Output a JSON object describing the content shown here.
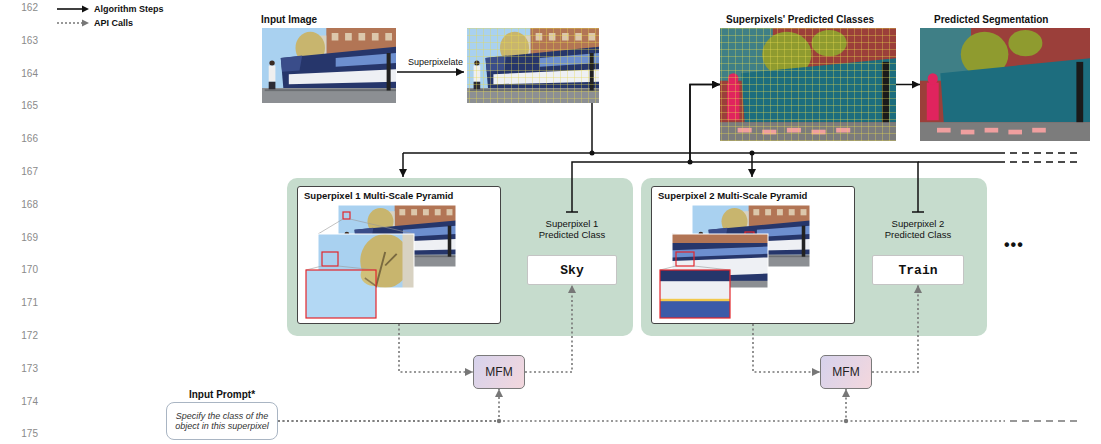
{
  "diagram": {
    "nodes": [
      {
        "text": [
          "Input Image"
        ]
      },
      {
        "text": [
          "Superpixels' Predicted Classes"
        ]
      },
      {
        "text": [
          "Predicted Segmentation"
        ]
      },
      {
        "text": [
          "Superpixel 1 Predicted Class"
        ]
      },
      {
        "text": [
          "Superpixel 1 Multi-Scale Pyramid"
        ],
        "in": 3
      },
      {
        "text": [
          "Sky"
        ],
        "in": 3
      },
      {
        "text": [
          "Superpixel 2 Predicted Class"
        ]
      },
      {
        "text": [
          "Superpixel 2 Multi-Scale Pyramid"
        ],
        "in": 6
      },
      {
        "text": [
          "Train"
        ],
        "in": 6
      },
      {
        "text": [
          "MFM"
        ]
      },
      {
        "text": [
          "MFM"
        ]
      },
      {
        "text": [
          "Input Prompt*",
          "Specify the class of the object in this superpixel"
        ]
      }
    ],
    "edges": [
      {
        "from": 4,
        "to": 9,
        "arrow": "to"
      },
      {
        "from": 9,
        "to": 5,
        "arrow": "to"
      },
      {
        "from": 7,
        "to": 10,
        "arrow": "to"
      },
      {
        "from": 10,
        "to": 8,
        "arrow": "to"
      },
      {
        "from": 11,
        "to": 9,
        "arrow": "to"
      },
      {
        "from": 11,
        "to": 10,
        "arrow": "to"
      },
      {
        "from": 3,
        "to": 1,
        "arrow": "to"
      },
      {
        "from": 6,
        "to": 1,
        "arrow": "to"
      },
      {
        "from": 1,
        "to": 2,
        "arrow": "to"
      }
    ],
    "labels": [
      "162",
      "163",
      "164",
      "165",
      "166",
      "167",
      "168",
      "169",
      "170",
      "171",
      "172",
      "173",
      "174",
      "175",
      "Superpixelate",
      "•••"
    ],
    "legend": [
      {
        "text": "Algorithm Steps"
      },
      {
        "text": "API Calls"
      }
    ]
  }
}
